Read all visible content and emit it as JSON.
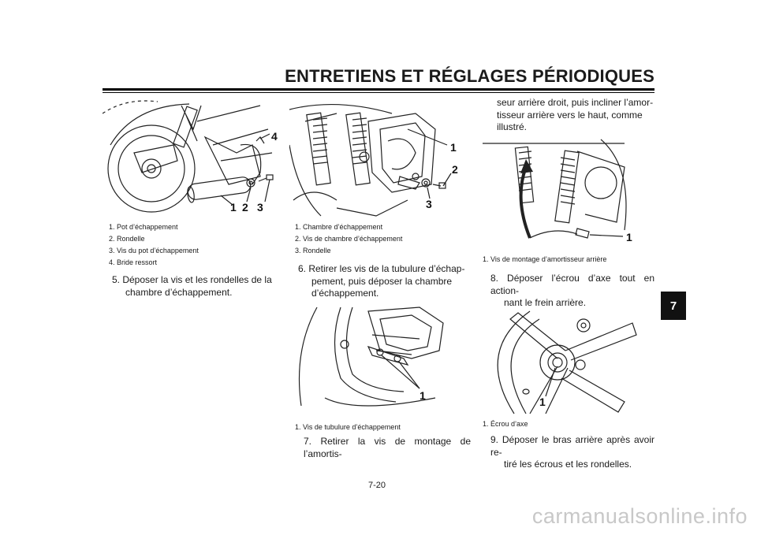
{
  "header": {
    "title": "ENTRETIENS ET RÉGLAGES PÉRIODIQUES"
  },
  "side_tab": "7",
  "page_number": "7-20",
  "watermark": "carmanualsonline.info",
  "figure1": {
    "callouts": [
      "1",
      "2",
      "3",
      "4"
    ],
    "legend": [
      "1.  Pot d’échappement",
      "2.  Rondelle",
      "3.  Vis du pot d’échappement",
      "4.  Bride ressort"
    ]
  },
  "step5": {
    "line1": "5. Déposer la vis et les rondelles de la",
    "line2": "chambre d’échappement."
  },
  "figure2": {
    "callouts": [
      "1",
      "2",
      "3"
    ],
    "legend": [
      "1.  Chambre d’échappement",
      "2.  Vis de chambre d’échappement",
      "3.  Rondelle"
    ]
  },
  "step6": {
    "line1": "6. Retirer les vis de la tubulure d’échap-",
    "line2": "pement, puis déposer la chambre",
    "line3": "d’échappement."
  },
  "figure3": {
    "callouts": [
      "1"
    ],
    "legend": [
      "1.  Vis de tubulure d’échappement"
    ]
  },
  "step7": {
    "line1": "7. Retirer la vis de montage de l’amortis-"
  },
  "step7_cont": {
    "line1": "seur arrière droit, puis incliner l’amor-",
    "line2": "tisseur arrière vers le haut, comme",
    "line3": "illustré."
  },
  "figure4": {
    "callouts": [
      "1"
    ],
    "legend": [
      "1.  Vis de montage d’amortisseur arrière"
    ]
  },
  "step8": {
    "line1": "8. Déposer l’écrou d’axe tout en action-",
    "line2": "nant le frein arrière."
  },
  "figure5": {
    "callouts": [
      "1"
    ],
    "legend": [
      "1.  Écrou d’axe"
    ]
  },
  "step9": {
    "line1": "9. Déposer le bras arrière après avoir re-",
    "line2": "tiré les écrous et les rondelles."
  }
}
